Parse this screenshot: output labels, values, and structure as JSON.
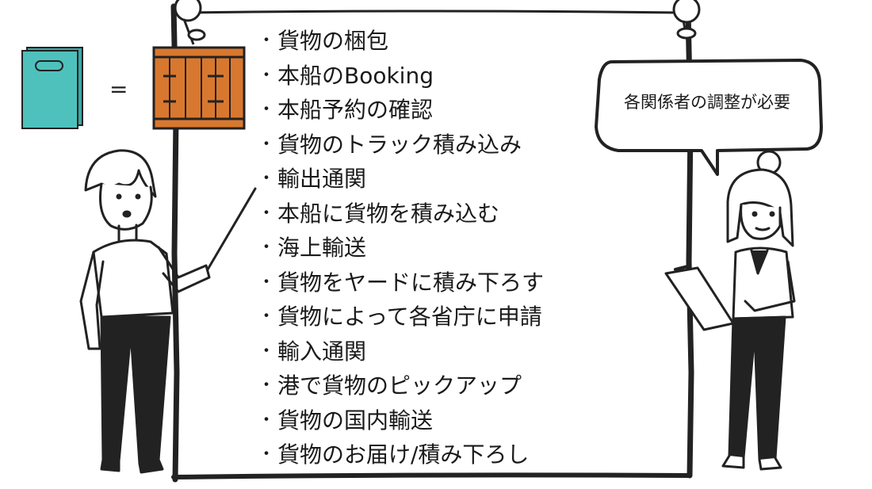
{
  "bullet_symbol": "・",
  "steps": [
    "貨物の梱包",
    "本船のBooking",
    "本船予約の確認",
    "貨物のトラック積み込み",
    "輸出通関",
    "本船に貨物を積み込む",
    "海上輸送",
    "貨物をヤードに積み下ろす",
    "貨物によって各省庁に申請",
    "輸入通関",
    "港で貨物のピックアップ",
    "貨物の国内輸送",
    "貨物のお届け/積み下ろし"
  ],
  "speech_bubble": "各関係者の調整が必要",
  "equals_sign": "=",
  "colors": {
    "folder": "#4fc1bd",
    "container": "#d8782f",
    "outline": "#222222"
  }
}
